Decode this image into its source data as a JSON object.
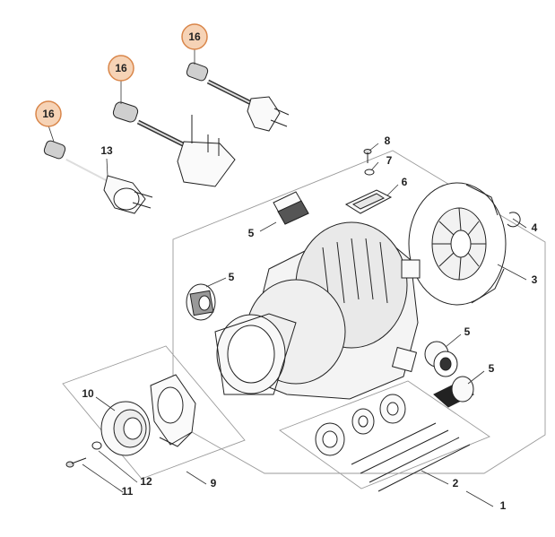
{
  "colors": {
    "badge_fill": "#f6d3b6",
    "badge_stroke": "#d9864a",
    "line": "#222222",
    "frame": "#9a9a9a"
  },
  "labels": {
    "l1": "1",
    "l2": "2",
    "l3": "3",
    "l4": "4",
    "l5a": "5",
    "l5b": "5",
    "l5c": "5",
    "l5d": "5",
    "l6": "6",
    "l7": "7",
    "l8": "8",
    "l9": "9",
    "l10": "10",
    "l11": "11",
    "l12": "12",
    "l13": "13"
  },
  "badges": {
    "b1": "16",
    "b2": "16",
    "b3": "16"
  }
}
